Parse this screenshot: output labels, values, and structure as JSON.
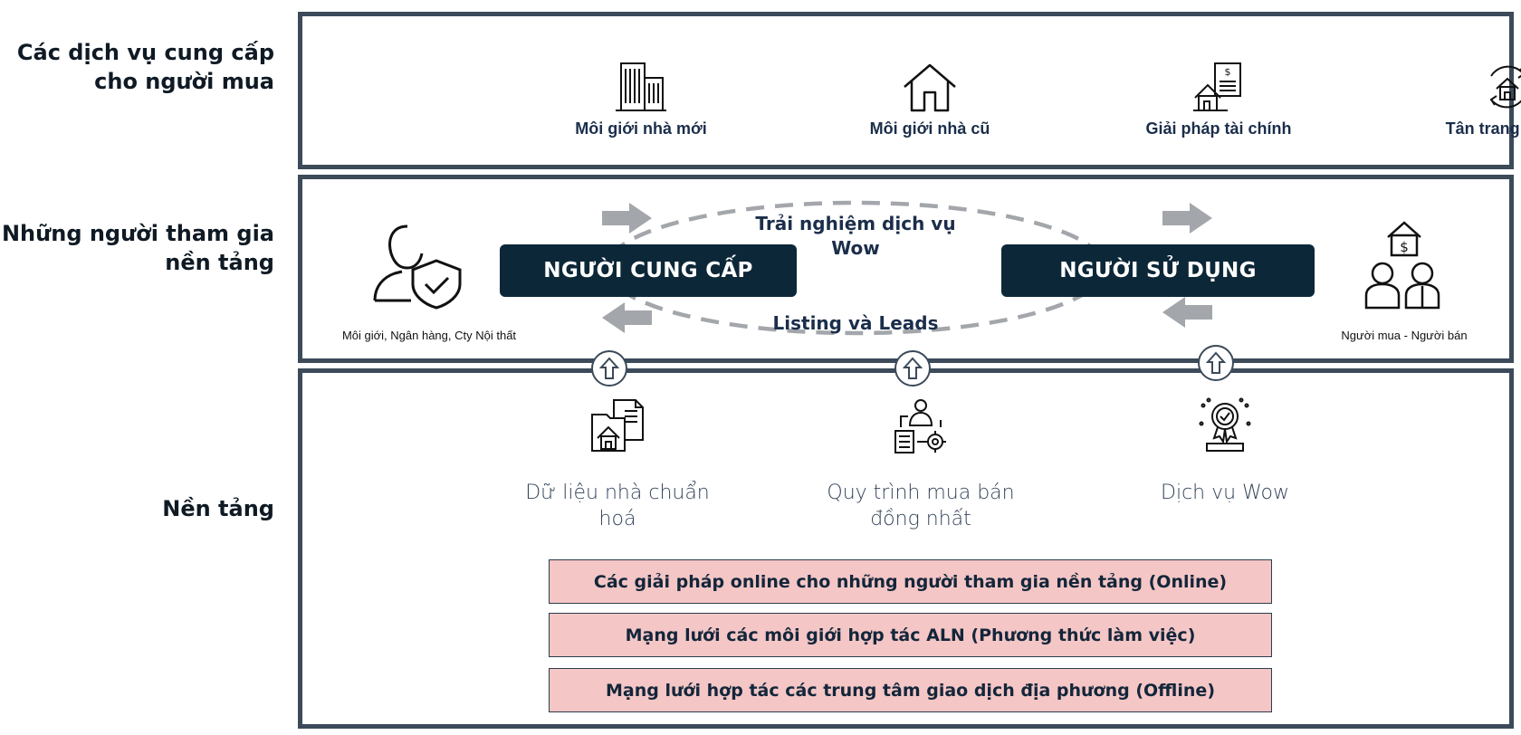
{
  "row_labels": {
    "services": [
      "Các dịch vụ cung cấp",
      "cho người mua"
    ],
    "participants": [
      "Những người tham gia",
      "nền tảng"
    ],
    "platform": "Nền tảng"
  },
  "services": [
    {
      "label": "Môi giới nhà mới",
      "icon": "buildings-icon"
    },
    {
      "label": "Môi giới nhà cũ",
      "icon": "house-icon"
    },
    {
      "label": "Giải pháp tài chính",
      "icon": "house-document-icon"
    },
    {
      "label": "Tân trang nhà ở",
      "icon": "house-renovation-icon"
    }
  ],
  "participants": {
    "provider_label": "NGƯỜI CUNG CẤP",
    "provider_caption": "Môi giới, Ngân hàng, Cty Nội thất",
    "user_label": "NGƯỜI SỬ DỤNG",
    "user_caption": "Người mua - Người bán",
    "flow_top": [
      "Trải nghiệm dịch vụ",
      "Wow"
    ],
    "flow_bottom": "Listing và Leads"
  },
  "pillars": [
    {
      "label": [
        "Dữ liệu nhà chuẩn",
        "hoá"
      ],
      "icon": "house-documents-icon"
    },
    {
      "label": [
        "Quy trình mua bán",
        "đồng nhất"
      ],
      "icon": "process-gear-icon"
    },
    {
      "label": [
        "Dịch vụ Wow"
      ],
      "icon": "award-badge-icon"
    }
  ],
  "foundation_bars": [
    "Các giải pháp online cho những người tham gia nền tảng (Online)",
    "Mạng lưới các môi giới hợp tác ALN (Phương thức làm việc)",
    "Mạng lưới hợp tác các trung tâm giao dịch địa phương (Offline)"
  ],
  "colors": {
    "navy": "#0c2738",
    "border": "#3c4a5a",
    "pink": "#f4c6c6",
    "arrow_gray": "#a3a6ab"
  }
}
